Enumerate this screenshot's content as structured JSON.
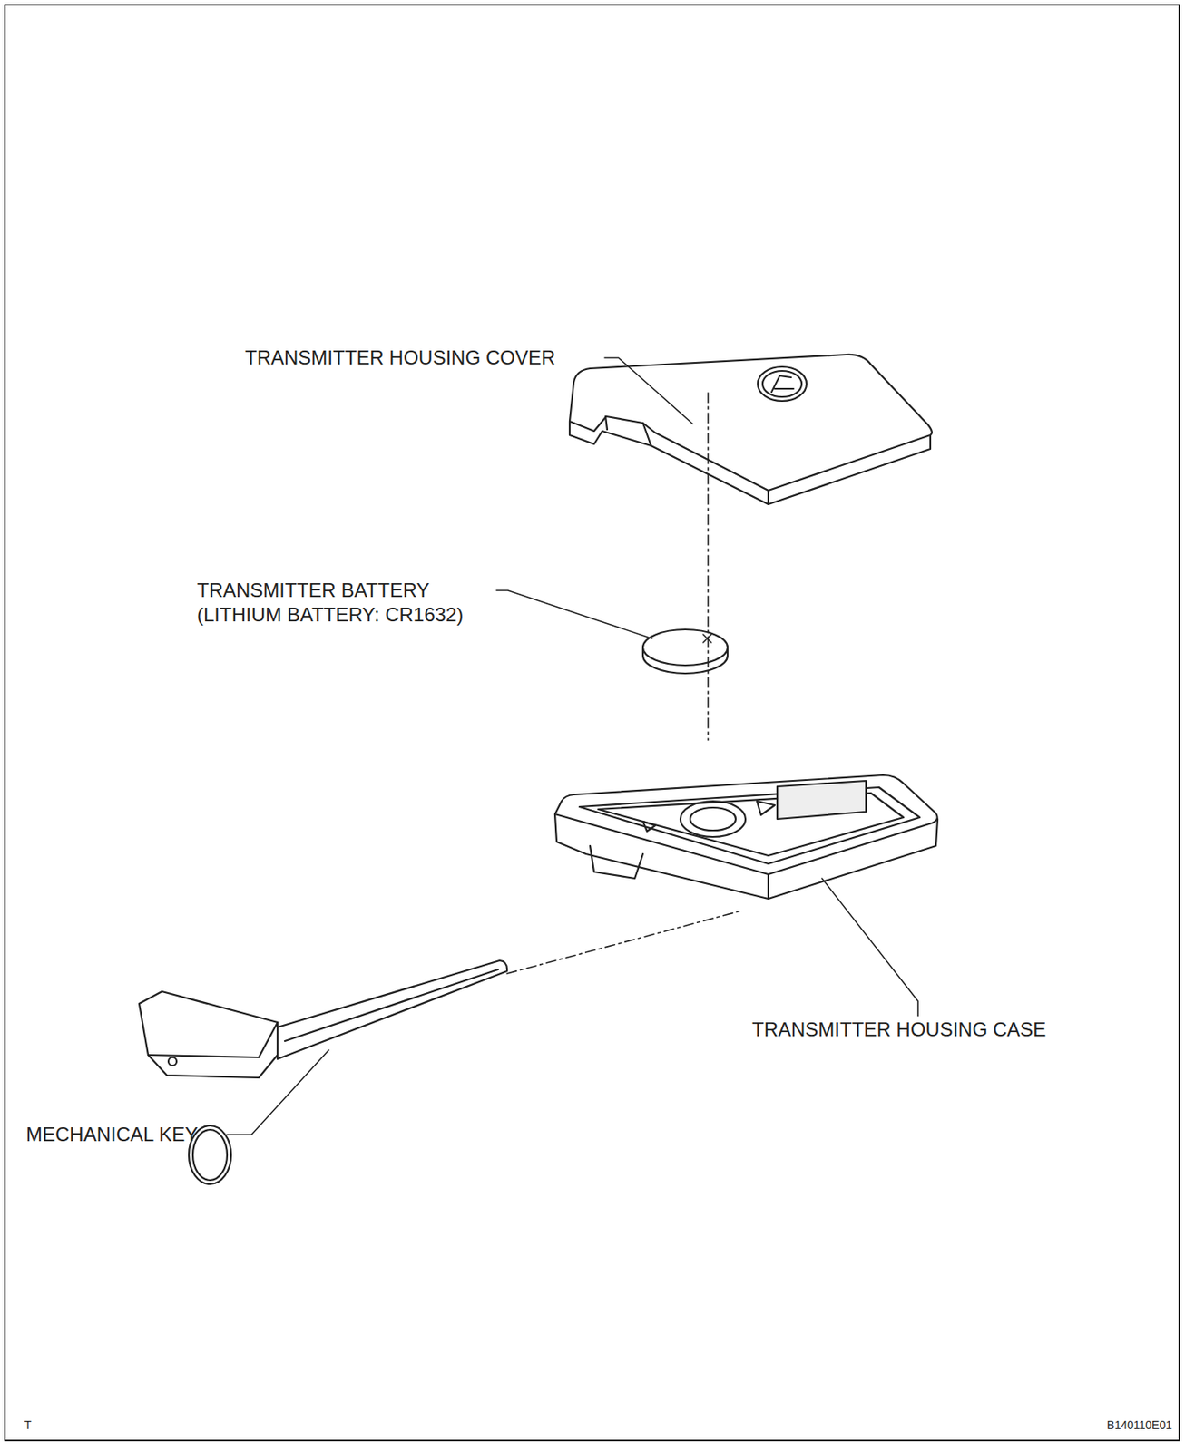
{
  "diagram": {
    "labels": [
      "TRANSMITTER HOUSING COVER",
      "TRANSMITTER BATTERY (LITHIUM BATTERY: CR1632)",
      "TRANSMITTER HOUSING CASE",
      "MECHANICAL KEY",
      "T",
      "B140110E01"
    ]
  }
}
